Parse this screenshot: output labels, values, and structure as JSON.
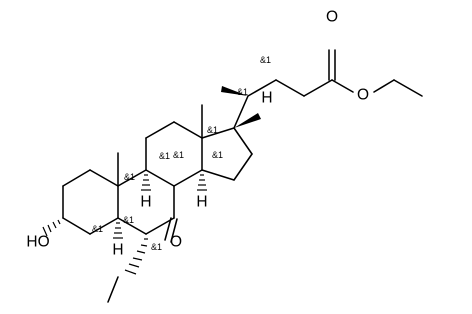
{
  "structure": {
    "atoms": {
      "O_carbonyl_ester": "O",
      "O_ester": "O",
      "O_ketone": "O",
      "OH": "HO",
      "H_17": "H",
      "H_9": "H",
      "H_14": "H",
      "H_5": "H"
    },
    "stereo_flags": {
      "c20": "&1",
      "c17": "&1",
      "c13": "&1",
      "c8": "&1",
      "c9": "&1",
      "c10": "&1",
      "c14": "&1",
      "c3": "&1",
      "c5": "&1",
      "c6": "&1"
    }
  },
  "colors": {
    "ink": "#000000",
    "background": "#ffffff"
  }
}
